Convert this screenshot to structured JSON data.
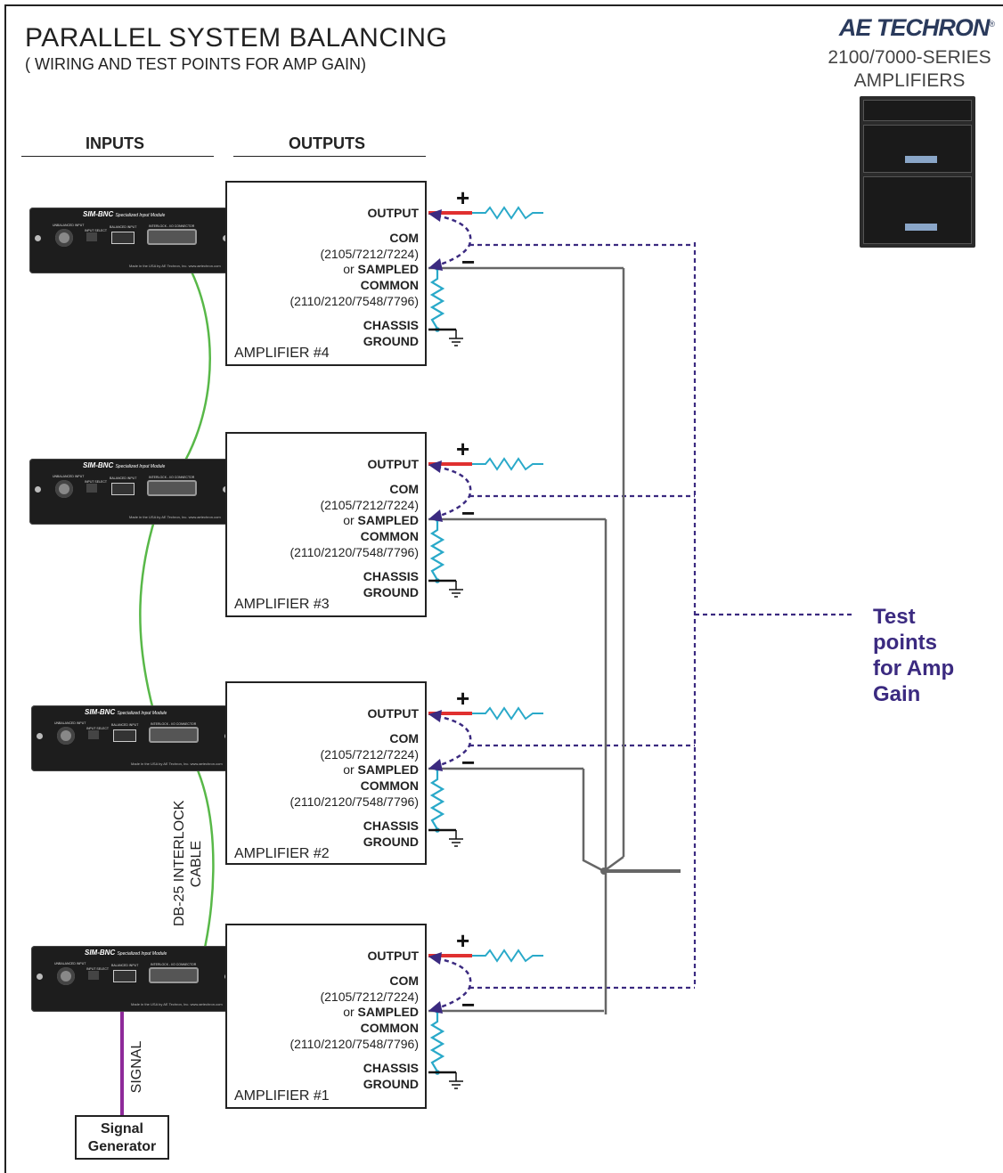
{
  "header": {
    "title": "PARALLEL SYSTEM BALANCING",
    "subtitle": "( WIRING AND TEST POINTS FOR AMP GAIN)",
    "brand": "AE TECHRON",
    "series_line1": "2100/7000-SERIES",
    "series_line2": "AMPLIFIERS"
  },
  "columns": {
    "inputs": "INPUTS",
    "outputs": "OUTPUTS"
  },
  "module": {
    "title": "SIM-BNC",
    "title_suffix": "Specialized Input Module",
    "unbalanced": "UNBALANCED INPUT",
    "input_select": "INPUT SELECT",
    "balanced": "BALANCED INPUT",
    "interlock": "INTERLOCK - I/O CONNECTOR",
    "footer": "Made in the USA by AE Techron, Inc.    www.aetechron.com"
  },
  "amp_labels": {
    "output": "OUTPUT",
    "com": "COM",
    "com_models": "(2105/7212/7224)",
    "or": "or",
    "sampled": "SAMPLED",
    "common": "COMMON",
    "common_models": "(2110/2120/7548/7796)",
    "chassis": "CHASSIS",
    "ground": "GROUND",
    "plus": "+",
    "minus": "−"
  },
  "amplifiers": [
    {
      "name": "AMPLIFIER #4"
    },
    {
      "name": "AMPLIFIER #3"
    },
    {
      "name": "AMPLIFIER #2"
    },
    {
      "name": "AMPLIFIER #1"
    }
  ],
  "test_points": {
    "line1": "Test",
    "line2": "points",
    "line3": "for Amp",
    "line4": "Gain"
  },
  "cable": {
    "line1": "DB-25 INTERLOCK",
    "line2": "CABLE"
  },
  "signal": "SIGNAL",
  "signal_generator": {
    "line1": "Signal",
    "line2": "Generator"
  },
  "colors": {
    "output_wire": "#e03030",
    "resistor": "#29a9c9",
    "test_dashed": "#3b2a80",
    "interlock_cable": "#58b848",
    "signal_wire": "#8e2a9a",
    "return_wire": "#666666"
  }
}
